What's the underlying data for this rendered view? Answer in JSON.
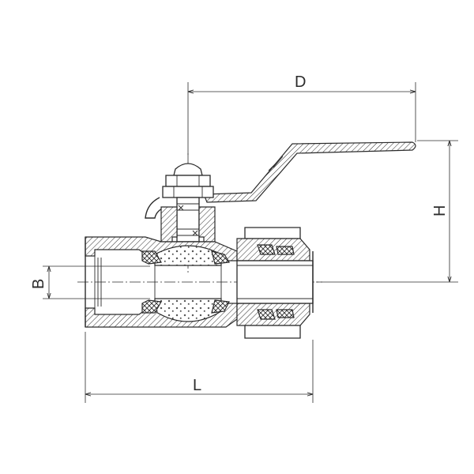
{
  "dimensions": {
    "d_label": "D",
    "h_label": "H",
    "b_label": "B",
    "l_label": "L"
  }
}
